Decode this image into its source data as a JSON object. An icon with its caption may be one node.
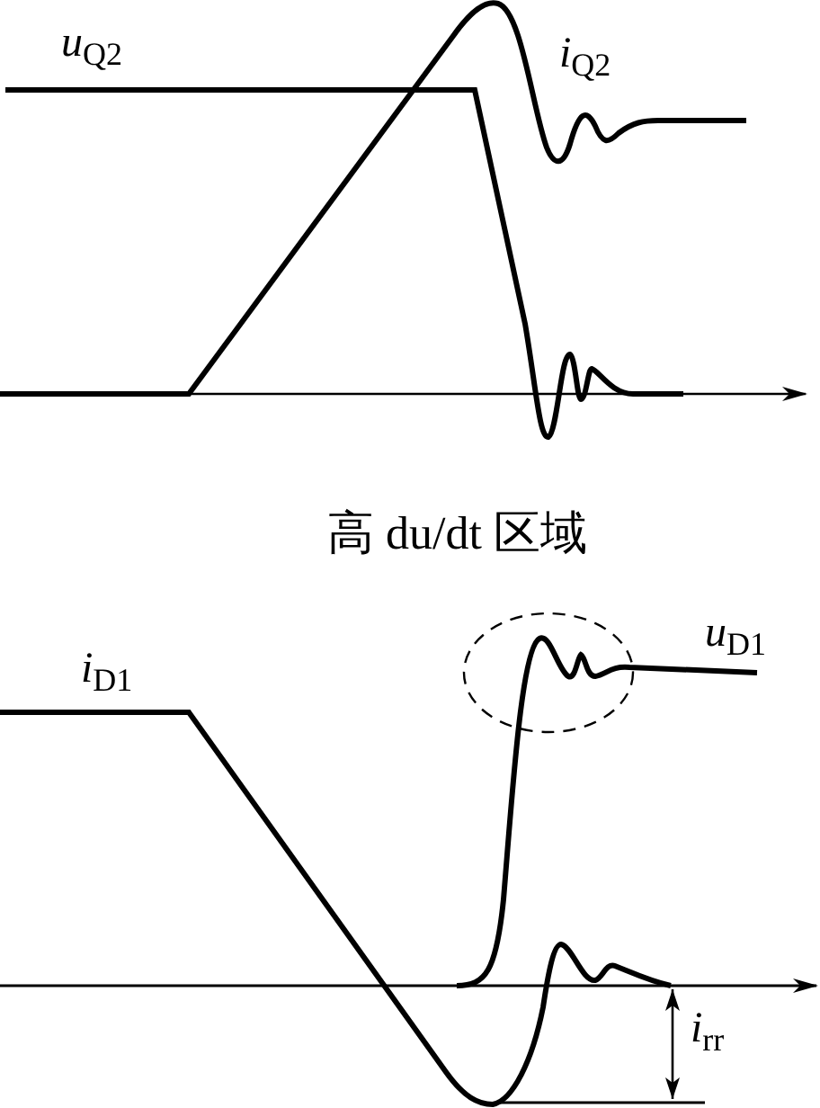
{
  "diagram": {
    "nodes": [
      {
        "text": [],
        "shape": "ellipse"
      }
    ],
    "labels": [
      "*u*$_{Q2}$",
      "*i*$_{Q2}$",
      "高 du/dt 区域",
      "*i*$_{D1}$",
      "*u*$_{D1}$",
      "*i*$_{rr}$"
    ]
  }
}
